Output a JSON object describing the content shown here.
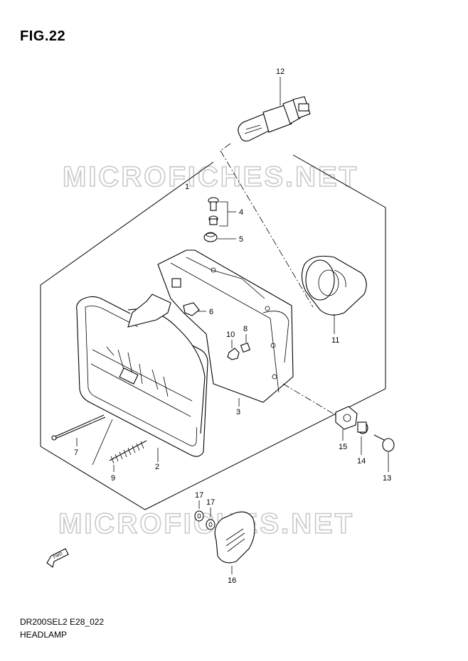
{
  "figure": {
    "title": "FIG.22",
    "code": "DR200SEL2 E28_022",
    "name": "HEADLAMP"
  },
  "watermark": "MICROFICHES.NET",
  "fwd_label": "FWD",
  "callouts": [
    "1",
    "2",
    "3",
    "4",
    "5",
    "6",
    "7",
    "8",
    "9",
    "10",
    "11",
    "12",
    "13",
    "14",
    "15",
    "16",
    "17",
    "17"
  ],
  "colors": {
    "line": "#000000",
    "watermark": "#c9c9c9",
    "background": "#ffffff"
  }
}
